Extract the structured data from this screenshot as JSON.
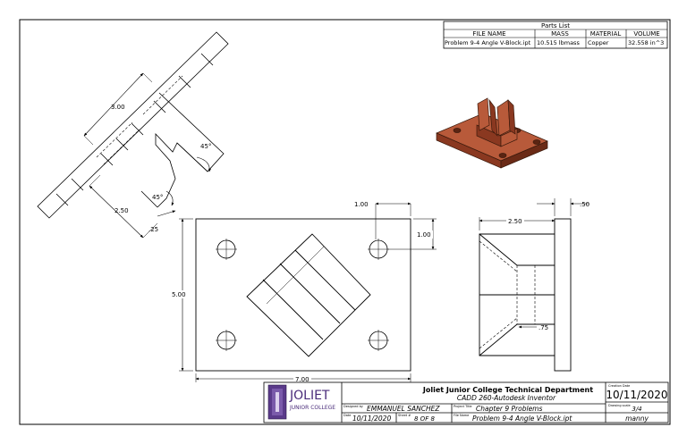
{
  "parts_list": {
    "title": "Parts List",
    "headers": [
      "FILE NAME",
      "MASS",
      "MATERIAL",
      "VOLUME"
    ],
    "row": [
      "Problem 9-4 Angle V-Block.ipt",
      "10.515 lbmass",
      "Copper",
      "32.558 in^3"
    ]
  },
  "dimensions": {
    "aux_length": "3.00",
    "aux_base": "2.50",
    "aux_small": ".25",
    "angle_top": "45°",
    "angle_bottom": "45°",
    "top_hole_x": "1.00",
    "top_hole_y": "1.00",
    "top_height": "5.00",
    "top_width": "7.00",
    "side_width": "2.50",
    "side_plate": ".50",
    "side_slot": ".75"
  },
  "title_block": {
    "school_name": "JOLIET",
    "school_sub": "JUNIOR COLLEGE",
    "department": "Joliet Junior College Technical Department",
    "course": "CADD 260-Autodesk Inventor",
    "designed_by_label": "Designed by",
    "designer": "EMMANUEL SANCHEZ",
    "project_label": "Project Title",
    "project": "Chapter 9 Problems",
    "date_label": "Date",
    "date": "10/11/2020",
    "sheet_label": "Sheet #",
    "sheet": "8 OF 8",
    "file_label": "File Name",
    "file_name": "Problem 9-4 Angle V-Block.ipt",
    "creation_label": "Creation Date",
    "creation_date": "10/11/2020",
    "drawing_label": "Drawing scale",
    "scale": "3/4",
    "author": "manny"
  },
  "colors": {
    "copper_top": "#b85a3a",
    "copper_side": "#8a3820",
    "copper_dark": "#6a2a16",
    "logo_purple": "#4a2c7a"
  }
}
